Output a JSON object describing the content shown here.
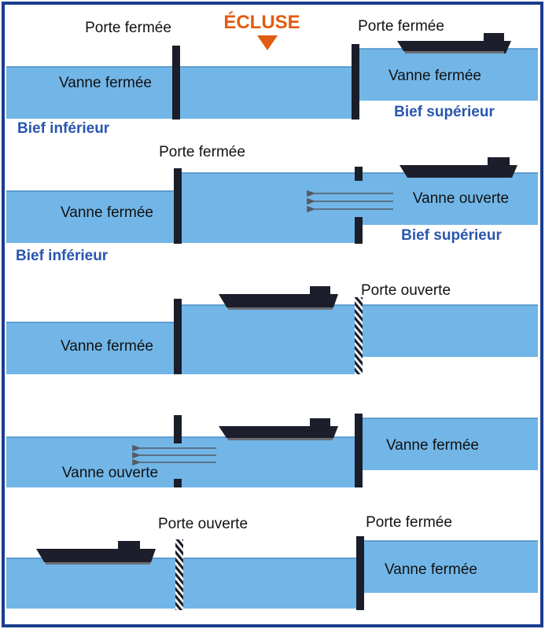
{
  "title": "ÉCLUSE",
  "colors": {
    "water": "#72b6e8",
    "water_edge": "#4a8fc4",
    "frame": "#1b3d8f",
    "gate": "#1a1e2a",
    "title": "#e25b12",
    "blue_label": "#2a55b0",
    "label": "#111111",
    "background": "#ffffff"
  },
  "panels": [
    {
      "labels": {
        "porte_left": "Porte fermée",
        "porte_right": "Porte fermée",
        "vanne_left": "Vanne fermée",
        "vanne_right": "Vanne fermée",
        "bief_sup": "Bief supérieur",
        "bief_inf": "Bief inférieur"
      }
    },
    {
      "labels": {
        "porte_left": "Porte fermée",
        "vanne_left": "Vanne fermée",
        "vanne_right": "Vanne ouverte",
        "bief_sup": "Bief supérieur",
        "bief_inf": "Bief inférieur"
      }
    },
    {
      "labels": {
        "porte_right": "Porte ouverte",
        "vanne_left": "Vanne fermée"
      }
    },
    {
      "labels": {
        "vanne_left": "Vanne ouverte",
        "vanne_right": "Vanne fermée"
      }
    },
    {
      "labels": {
        "porte_left": "Porte ouverte",
        "porte_right": "Porte fermée",
        "vanne_right": "Vanne fermée"
      }
    }
  ]
}
